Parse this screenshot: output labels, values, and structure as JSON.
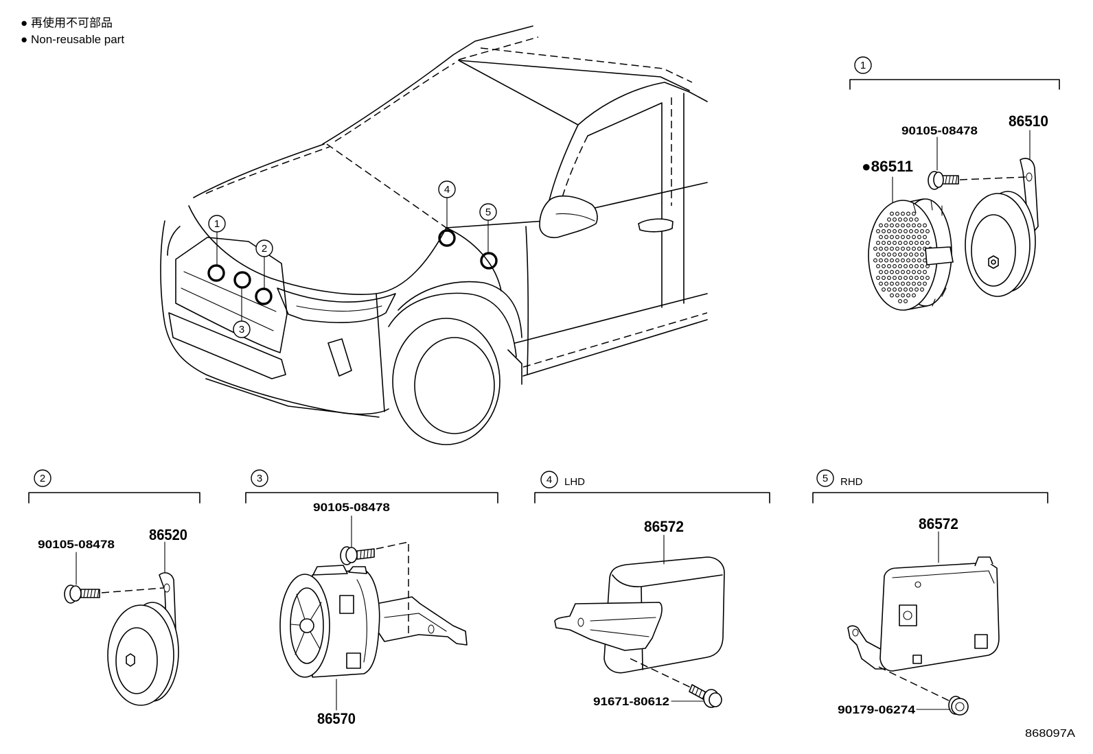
{
  "legend": [
    {
      "text": "● 再使用不可部品"
    },
    {
      "text": "● Non-reusable part"
    }
  ],
  "overview": {
    "callouts": [
      "1",
      "2",
      "3",
      "4",
      "5"
    ]
  },
  "groups": [
    {
      "callout": "1",
      "parts": {
        "bolt": "90105-08478",
        "horn": "86510",
        "cover": "●86511"
      }
    },
    {
      "callout": "2",
      "parts": {
        "bolt": "90105-08478",
        "horn": "86520"
      }
    },
    {
      "callout": "3",
      "parts": {
        "bolt": "90105-08478",
        "horn": "86570"
      }
    },
    {
      "callout": "4",
      "variant": "LHD",
      "parts": {
        "module": "86572",
        "bolt": "91671-80612"
      }
    },
    {
      "callout": "5",
      "variant": "RHD",
      "parts": {
        "module": "86572",
        "nut": "90179-06274"
      }
    }
  ],
  "figure_code": "868097A"
}
